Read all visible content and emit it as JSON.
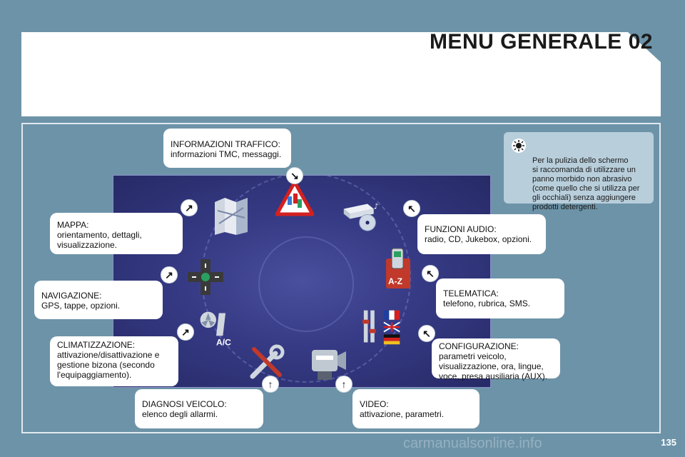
{
  "header": {
    "title": "MENU GENERALE 02"
  },
  "note": {
    "text": "Per la pulizia dello schermo\nsi raccomanda di utilizzare un\npanno morbido non abrasivo\n(come quello che si utilizza per\ngli occhiali) senza aggiungere\nprodotti detergenti."
  },
  "menu": {
    "traffic": {
      "head": "INFORMAZIONI TRAFFICO:",
      "body": "informazioni TMC, messaggi."
    },
    "map": {
      "head": "MAPPA:",
      "body": "orientamento, dettagli,\nvisualizzazione."
    },
    "navigation": {
      "head": "NAVIGAZIONE:",
      "body": "GPS, tappe, opzioni."
    },
    "climate": {
      "head": "CLIMATIZZAZIONE:",
      "body": "attivazione/disattivazione e\ngestione bizona (secondo\nl'equipaggiamento)."
    },
    "diagnosis": {
      "head": "DIAGNOSI VEICOLO:",
      "body": "elenco degli allarmi."
    },
    "video": {
      "head": "VIDEO:",
      "body": "attivazione, parametri."
    },
    "audio": {
      "head": "FUNZIONI AUDIO:",
      "body": "radio, CD, Jukebox, opzioni."
    },
    "telematics": {
      "head": "TELEMATICA:",
      "body": "telefono, rubrica, SMS."
    },
    "config": {
      "head": "CONFIGURAZIONE:",
      "body": "parametri veicolo,\nvisualizzazione, ora, lingue,\nvoce, presa ausiliaria (AUX)."
    }
  },
  "screen_icons": {
    "ac_label": "A/C",
    "az_label": "A-Z"
  },
  "footer": {
    "page_number": "135",
    "watermark": "carmanualsonline.info"
  },
  "colors": {
    "background": "#6d93a8",
    "screen": "#363a84",
    "note_bg": "#b8cedb"
  }
}
